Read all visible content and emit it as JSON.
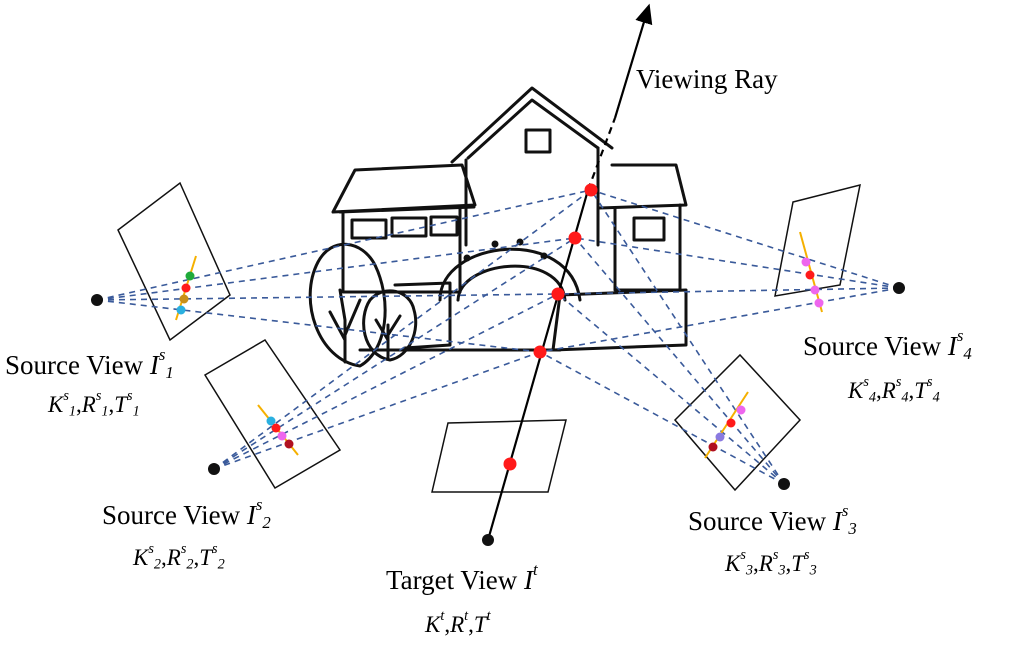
{
  "labels": {
    "viewing_ray": "Viewing Ray",
    "source1": {
      "title": "Source View",
      "sym": "I",
      "sup": "s",
      "sub": "1",
      "params": [
        {
          "sym": "K",
          "sup": "s",
          "sub": "1"
        },
        {
          "sym": "R",
          "sup": "s",
          "sub": "1"
        },
        {
          "sym": "T",
          "sup": "s",
          "sub": "1"
        }
      ]
    },
    "source2": {
      "title": "Source View",
      "sym": "I",
      "sup": "s",
      "sub": "2",
      "params": [
        {
          "sym": "K",
          "sup": "s",
          "sub": "2"
        },
        {
          "sym": "R",
          "sup": "s",
          "sub": "2"
        },
        {
          "sym": "T",
          "sup": "s",
          "sub": "2"
        }
      ]
    },
    "source3": {
      "title": "Source View",
      "sym": "I",
      "sup": "s",
      "sub": "3",
      "params": [
        {
          "sym": "K",
          "sup": "s",
          "sub": "3"
        },
        {
          "sym": "R",
          "sup": "s",
          "sub": "3"
        },
        {
          "sym": "T",
          "sup": "s",
          "sub": "3"
        }
      ]
    },
    "source4": {
      "title": "Source View",
      "sym": "I",
      "sup": "s",
      "sub": "4",
      "params": [
        {
          "sym": "K",
          "sup": "s",
          "sub": "4"
        },
        {
          "sym": "R",
          "sup": "s",
          "sub": "4"
        },
        {
          "sym": "T",
          "sup": "s",
          "sub": "4"
        }
      ]
    },
    "target": {
      "title": "Target View",
      "sym": "I",
      "sup": "t",
      "params": [
        {
          "sym": "K",
          "sup": "t"
        },
        {
          "sym": "R",
          "sup": "t"
        },
        {
          "sym": "T",
          "sup": "t"
        }
      ]
    },
    "separator": ","
  },
  "colors": {
    "ray_sample": "#ff1a1a",
    "dashed_line": "#3a5a9a",
    "epipolar_line": "#f5b000",
    "sample_green": "#1faa3a",
    "sample_orange": "#c8901a",
    "sample_cyan": "#2ab0e0",
    "sample_pink": "#ee66ee",
    "sample_purple": "#8a7ae0",
    "sample_darkred": "#b01020",
    "camera_center": "#111111"
  }
}
